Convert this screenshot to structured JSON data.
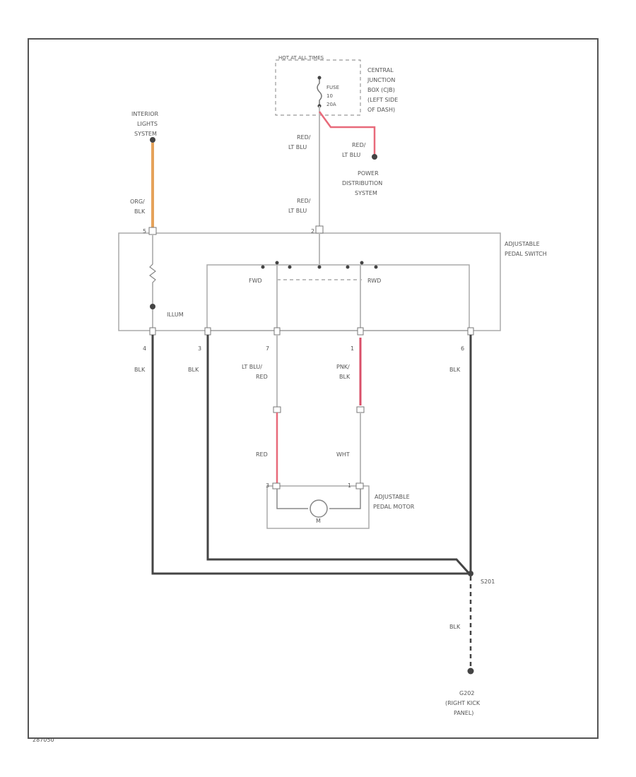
{
  "hot_at_all_times": "HOT AT ALL TIMES",
  "fuse": [
    "FUSE",
    "10",
    "20A"
  ],
  "central_junction_box": [
    "CENTRAL",
    "JUNCTION",
    "BOX (CJB)",
    "(LEFT SIDE",
    "OF DASH)"
  ],
  "interior_lights": [
    "INTERIOR",
    "LIGHTS",
    "SYSTEM"
  ],
  "power_distribution": [
    "POWER",
    "DISTRIBUTION",
    "SYSTEM"
  ],
  "wire_red_ltblu_1": [
    "RED/",
    "LT BLU"
  ],
  "wire_red_ltblu_2": [
    "RED/",
    "LT BLU"
  ],
  "wire_red_ltblu_3": [
    "RED/",
    "LT BLU"
  ],
  "wire_org_blk": [
    "ORG/",
    "BLK"
  ],
  "pin_top_left": "5",
  "pin_top_mid": "2",
  "adjustable_pedal_switch": [
    "ADJUSTABLE",
    "PEDAL SWITCH"
  ],
  "fwd": "FWD",
  "rwd": "RWD",
  "illum": "ILLUM",
  "pins_bottom": [
    "4",
    "3",
    "7",
    "1",
    "6"
  ],
  "wire_blk_1": "BLK",
  "wire_blk_2": "BLK",
  "wire_ltblu_red": [
    "LT BLU/",
    "RED"
  ],
  "wire_pnk_blk": [
    "PNK/",
    "BLK"
  ],
  "wire_blk_3": "BLK",
  "wire_red": "RED",
  "wire_wht": "WHT",
  "motor_pin_left": "3",
  "motor_pin_right": "1",
  "motor_symbol": "M",
  "adjustable_pedal_motor": [
    "ADJUSTABLE",
    "PEDAL MOTOR"
  ],
  "splice": "S201",
  "wire_blk_ground": "BLK",
  "ground": [
    "G202",
    "(RIGHT KICK",
    "PANEL)"
  ],
  "figure_id": "287050"
}
